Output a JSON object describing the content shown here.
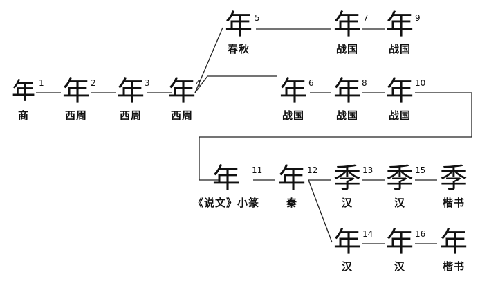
{
  "nodes": [
    {
      "id": 1,
      "char": "年",
      "era": "商"
    },
    {
      "id": 2,
      "char": "年",
      "era": "西周"
    },
    {
      "id": 3,
      "char": "年",
      "era": "西周"
    },
    {
      "id": 4,
      "char": "年",
      "era": "西周"
    },
    {
      "id": 5,
      "char": "年",
      "era": "春秋"
    },
    {
      "id": 6,
      "char": "年",
      "era": "战国"
    },
    {
      "id": 7,
      "char": "年",
      "era": "战国"
    },
    {
      "id": 8,
      "char": "年",
      "era": "战国"
    },
    {
      "id": 9,
      "char": "年",
      "era": "战国"
    },
    {
      "id": 10,
      "char": "年",
      "era": "战国"
    },
    {
      "id": 11,
      "char": "年",
      "era": "《说文》小篆"
    },
    {
      "id": 12,
      "char": "年",
      "era": "秦"
    },
    {
      "id": 13,
      "char": "季",
      "era": "汉"
    },
    {
      "id": 14,
      "char": "年",
      "era": "汉"
    },
    {
      "id": 15,
      "char": "季",
      "era": "汉"
    },
    {
      "id": 16,
      "char": "年",
      "era": "汉"
    },
    {
      "id": 17,
      "char": "季",
      "era": "楷书"
    },
    {
      "id": 18,
      "char": "年",
      "era": "楷书"
    }
  ],
  "numbers": [
    "1",
    "2",
    "3",
    "4",
    "5",
    "6",
    "7",
    "8",
    "9",
    "10",
    "11",
    "12",
    "13",
    "14",
    "15",
    "16"
  ]
}
